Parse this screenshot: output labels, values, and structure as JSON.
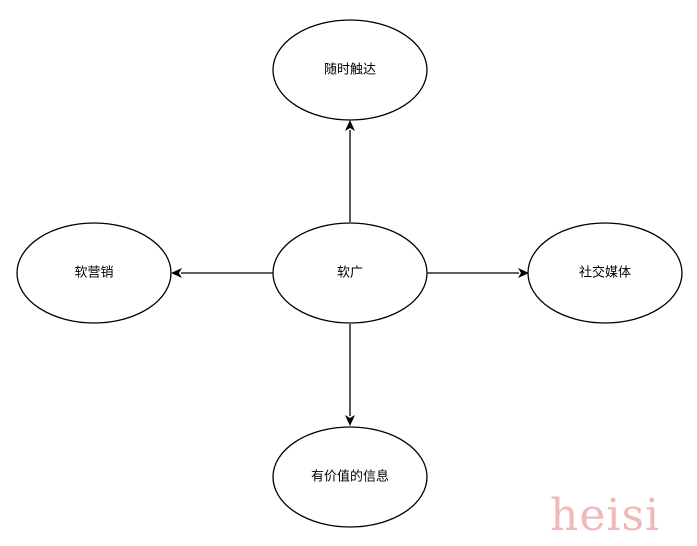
{
  "diagram": {
    "nodes": {
      "center": {
        "label": "软广"
      },
      "top": {
        "label": "随时触达"
      },
      "left": {
        "label": "软营销"
      },
      "right": {
        "label": "社交媒体"
      },
      "bottom": {
        "label": "有价值的信息"
      }
    },
    "edges": [
      {
        "from": "center",
        "to": "top"
      },
      {
        "from": "center",
        "to": "left"
      },
      {
        "from": "center",
        "to": "right"
      },
      {
        "from": "center",
        "to": "bottom"
      }
    ]
  },
  "watermark": {
    "text": "heisi"
  }
}
